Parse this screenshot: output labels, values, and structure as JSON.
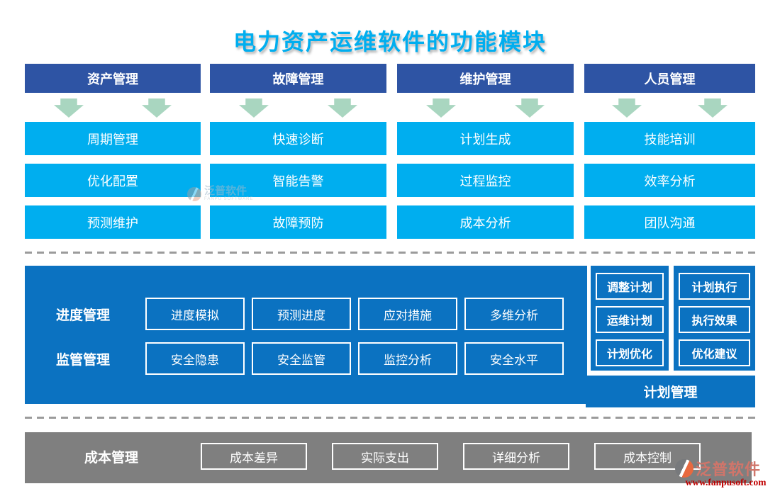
{
  "title": "电力资产运维软件的功能模块",
  "columns": [
    {
      "header": "资产管理",
      "items": [
        "周期管理",
        "优化配置",
        "预测维护"
      ]
    },
    {
      "header": "故障管理",
      "items": [
        "快速诊断",
        "智能告警",
        "故障预防"
      ]
    },
    {
      "header": "维护管理",
      "items": [
        "计划生成",
        "过程监控",
        "成本分析"
      ]
    },
    {
      "header": "人员管理",
      "items": [
        "技能培训",
        "效率分析",
        "团队沟通"
      ]
    }
  ],
  "middle": {
    "rows": [
      {
        "label": "进度管理",
        "items": [
          "进度模拟",
          "预测进度",
          "应对措施",
          "多维分析"
        ]
      },
      {
        "label": "监管管理",
        "items": [
          "安全隐患",
          "安全监管",
          "监控分析",
          "安全水平"
        ]
      }
    ]
  },
  "plan_panel": {
    "columns": [
      [
        "调整计划",
        "运维计划",
        "计划优化"
      ],
      [
        "计划执行",
        "执行效果",
        "优化建议"
      ]
    ],
    "footer": "计划管理"
  },
  "cost": {
    "label": "成本管理",
    "items": [
      "成本差异",
      "实际支出",
      "详细分析",
      "成本控制"
    ]
  },
  "watermark": {
    "name": "泛普软件",
    "sub": "FANPU SOFTWARE"
  },
  "logo": {
    "name": "泛普软件",
    "url": "www.fanpusoft.com"
  },
  "colors": {
    "title_text": "#00AEEF",
    "header_bg": "#2E54A4",
    "module_box_bg": "#00AEEF",
    "panel_bg": "#0B72C1",
    "cost_bar_bg": "#7F7F7F",
    "arrow": "#A9D6C0",
    "logo_text": "#D0756A",
    "logo_url_text": "#C00000"
  }
}
